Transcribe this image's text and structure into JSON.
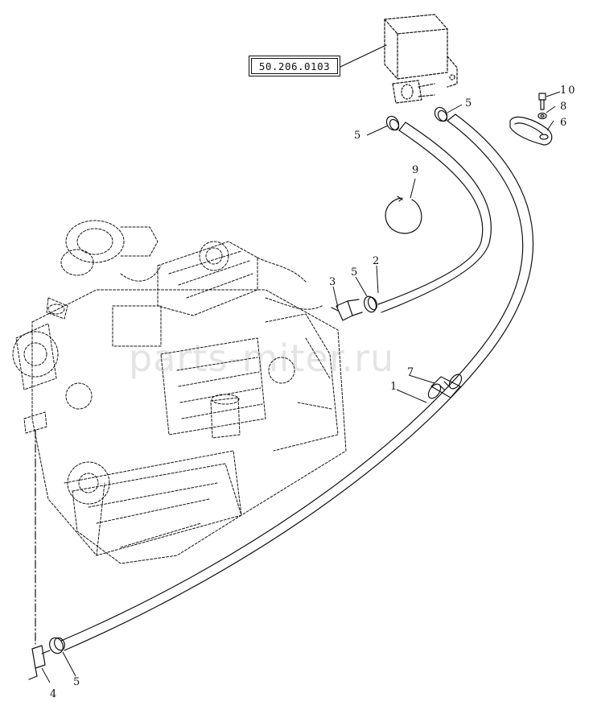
{
  "reference": {
    "label": "50.206.0103"
  },
  "callouts": [
    {
      "id": "c1",
      "text": "1"
    },
    {
      "id": "c2",
      "text": "2"
    },
    {
      "id": "c3",
      "text": "3"
    },
    {
      "id": "c4",
      "text": "4"
    },
    {
      "id": "c5a",
      "text": "5"
    },
    {
      "id": "c5b",
      "text": "5"
    },
    {
      "id": "c5c",
      "text": "5"
    },
    {
      "id": "c5d",
      "text": "5"
    },
    {
      "id": "c6",
      "text": "6"
    },
    {
      "id": "c7",
      "text": "7"
    },
    {
      "id": "c8",
      "text": "8"
    },
    {
      "id": "c9",
      "text": "9"
    },
    {
      "id": "c10",
      "text": "10"
    }
  ],
  "watermark": {
    "text": "parts-miter.ru"
  }
}
